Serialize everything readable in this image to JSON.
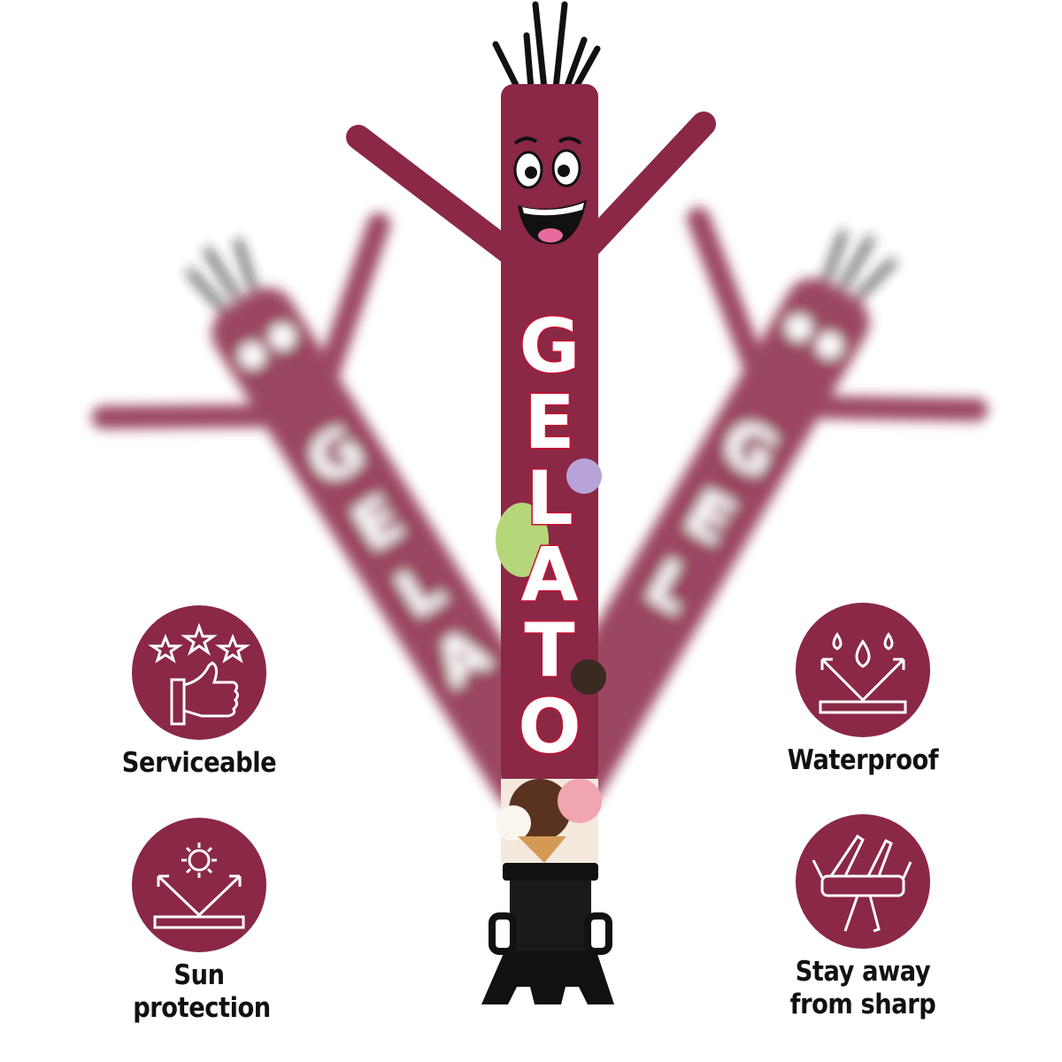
{
  "product": {
    "sign_text": [
      "G",
      "E",
      "L",
      "A",
      "T",
      "O"
    ],
    "color": "#8a2846"
  },
  "features": [
    {
      "label": "Serviceable",
      "icon": "stars-thumbs-up-icon"
    },
    {
      "label": "Waterproof",
      "icon": "water-drops-icon"
    },
    {
      "label": "Sun protection",
      "icon": "sun-reflect-icon"
    },
    {
      "label": "Stay away from sharp",
      "icon": "knife-tools-icon"
    }
  ]
}
